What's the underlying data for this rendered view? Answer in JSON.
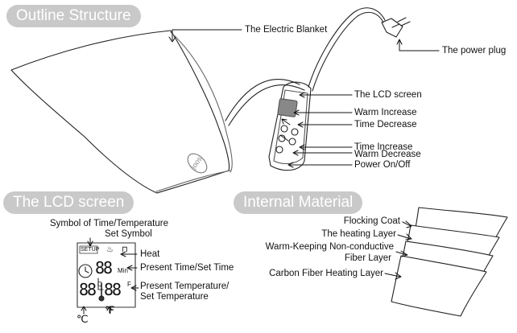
{
  "sections": {
    "outline": "Outline Structure",
    "lcd": "The LCD screen",
    "internal": "Internal Material"
  },
  "outline_labels": {
    "blanket": "The Electric Blanket",
    "plug": "The power plug",
    "lcd_screen": "The LCD screen",
    "warm_increase": "Warm Increase",
    "time_decrease": "Time Decrease",
    "time_increase": "Time Increase",
    "warm_decrease": "Warm Decrease",
    "power": "Power On/Off",
    "brand": "joos"
  },
  "lcd_labels": {
    "symbol_line1": "Symbol of Time/Temperature",
    "symbol_line2": "Set Symbol",
    "heat": "Heat",
    "time": "Present Time/Set Time",
    "temp_line1": "Present Temperature/",
    "temp_line2": "Set Temperature",
    "celsius": "℃",
    "fahrenheit": "℉",
    "setup": "SETUP",
    "min": "Min",
    "c_small": "C",
    "f_small": "F"
  },
  "material_labels": {
    "flocking": "Flocking Coat",
    "heating": "The heating Layer",
    "fiber_line1": "Warm-Keeping Non-conductive",
    "fiber_line2": "Fiber Layer",
    "carbon": "Carbon Fiber Heating Layer"
  }
}
